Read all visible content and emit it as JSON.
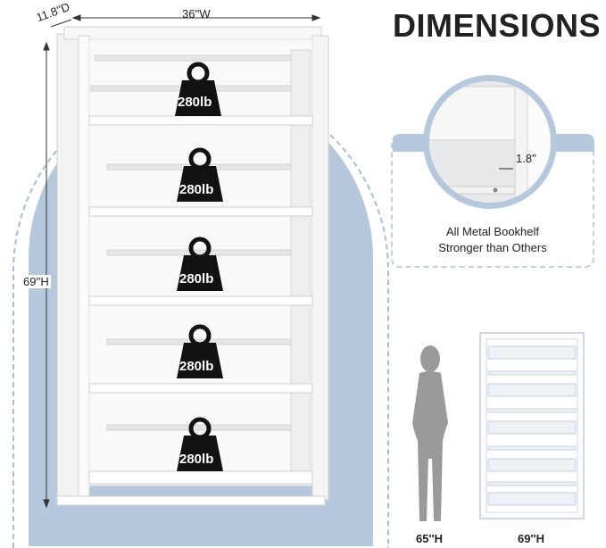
{
  "dimensions": {
    "depth": "11.8''D",
    "width": "36''W",
    "height": "69''H"
  },
  "title": "DIMENSIONS",
  "weights": [
    "280lb",
    "280lb",
    "280lb",
    "280lb",
    "280lb"
  ],
  "detail": {
    "thickness": "1.8''",
    "caption_line1": "All Metal Bookhelf",
    "caption_line2": "Stronger than Others"
  },
  "comparison": {
    "person_height": "65''H",
    "shelf_height": "69''H"
  },
  "colors": {
    "arch": "#b6c8dc",
    "shelf": "#f4f4f4",
    "weight": "#111111"
  },
  "icons": [
    "weight-icon",
    "person-silhouette-icon"
  ]
}
